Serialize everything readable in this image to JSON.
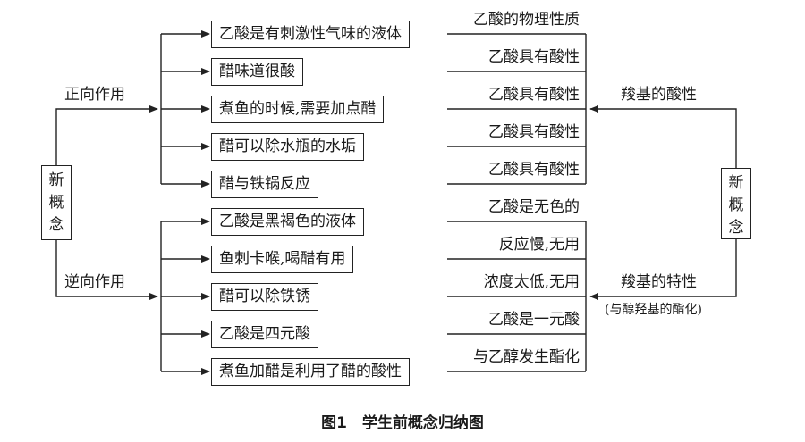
{
  "left_node": {
    "chars": [
      "新",
      "概",
      "念"
    ]
  },
  "right_node": {
    "chars": [
      "新",
      "概",
      "念"
    ]
  },
  "forward_label": "正向作用",
  "reverse_label": "逆向作用",
  "forward_items": [
    "乙酸是有刺激性气味的液体",
    "醋味道很酸",
    "煮鱼的时候,需要加点醋",
    "醋可以除水瓶的水垢",
    "醋与铁锅反应"
  ],
  "reverse_items": [
    "乙酸是黑褐色的液体",
    "鱼刺卡喉,喝醋有用",
    "醋可以除铁锈",
    "乙酸是四元酸",
    "煮鱼加醋是利用了醋的酸性"
  ],
  "forward_reasons": [
    "乙酸的物理性质",
    "乙酸具有酸性",
    "乙酸具有酸性",
    "乙酸具有酸性",
    "乙酸具有酸性"
  ],
  "reverse_reasons": [
    "乙酸是无色的",
    "反应慢,无用",
    "浓度太低,无用",
    "乙酸是一元酸",
    "与乙醇发生酯化"
  ],
  "right_upper_label": "羧基的酸性",
  "right_lower_label": "羧基的特性",
  "right_lower_note": "(与醇羟基的酯化)",
  "caption": "图1　学生前概念归纳图"
}
